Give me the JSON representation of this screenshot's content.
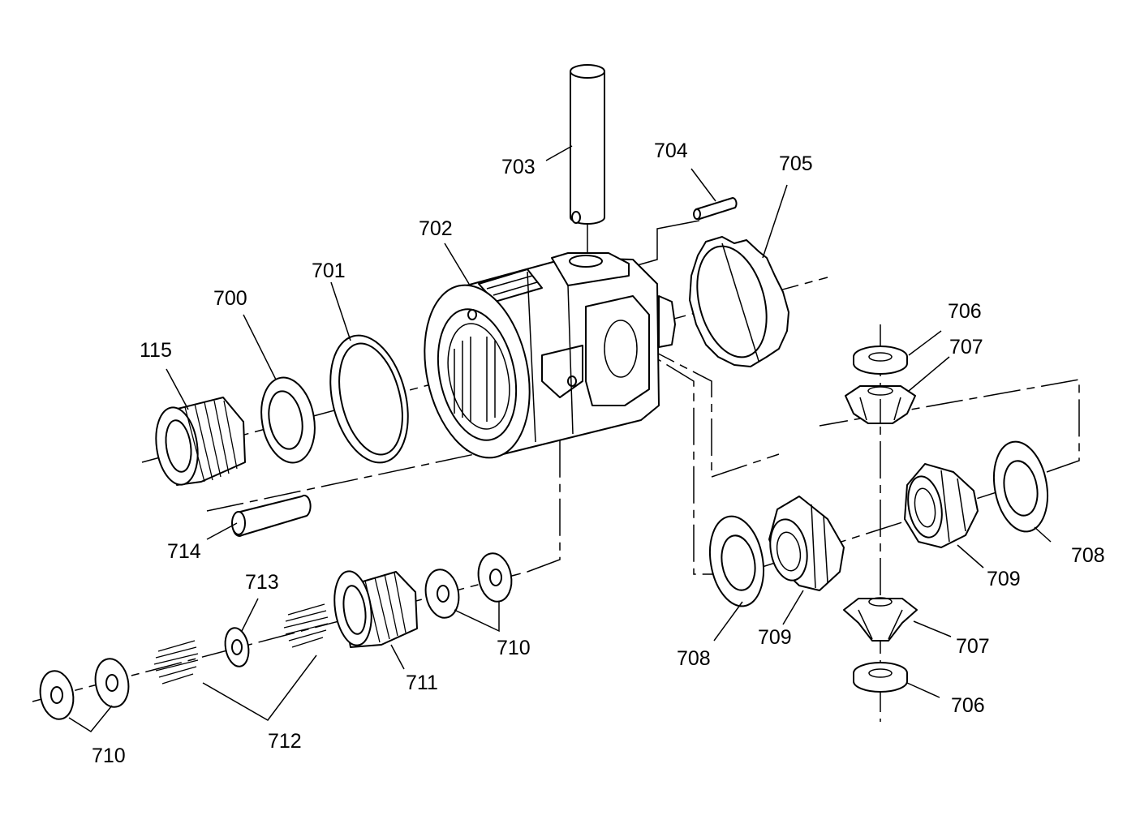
{
  "colors": {
    "line": "#000000",
    "background": "#ffffff"
  },
  "labels": [
    {
      "id": "lbl-703",
      "text": "703"
    },
    {
      "id": "lbl-704",
      "text": "704"
    },
    {
      "id": "lbl-705",
      "text": "705"
    },
    {
      "id": "lbl-702",
      "text": "702"
    },
    {
      "id": "lbl-701",
      "text": "701"
    },
    {
      "id": "lbl-700",
      "text": "700"
    },
    {
      "id": "lbl-115",
      "text": "115"
    },
    {
      "id": "lbl-706-top",
      "text": "706"
    },
    {
      "id": "lbl-707-top",
      "text": "707"
    },
    {
      "id": "lbl-714",
      "text": "714"
    },
    {
      "id": "lbl-713",
      "text": "713"
    },
    {
      "id": "lbl-708-right",
      "text": "708"
    },
    {
      "id": "lbl-709-right",
      "text": "709"
    },
    {
      "id": "lbl-710-mid",
      "text": "710"
    },
    {
      "id": "lbl-707-bottom",
      "text": "707"
    },
    {
      "id": "lbl-711",
      "text": "711"
    },
    {
      "id": "lbl-708-left",
      "text": "708"
    },
    {
      "id": "lbl-709-left",
      "text": "709"
    },
    {
      "id": "lbl-706-bottom",
      "text": "706"
    },
    {
      "id": "lbl-712",
      "text": "712"
    },
    {
      "id": "lbl-710-left",
      "text": "710"
    }
  ]
}
